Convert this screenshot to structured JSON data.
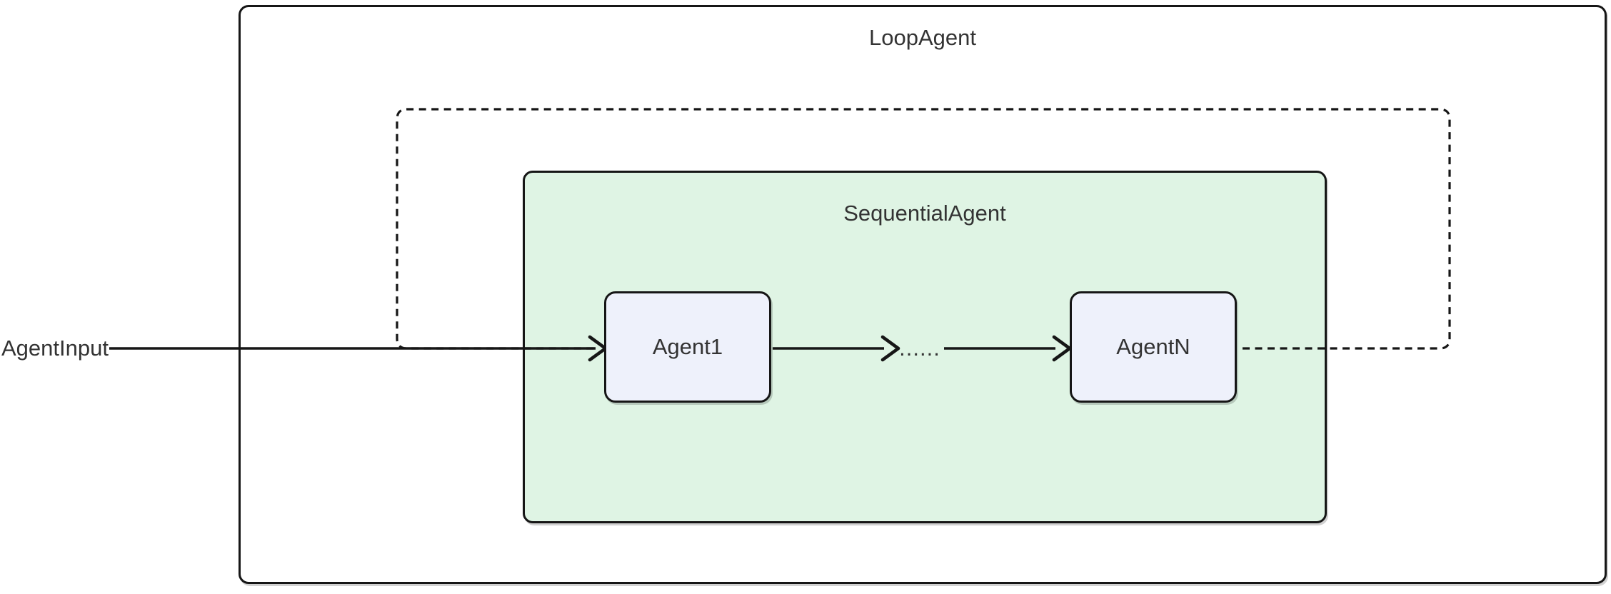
{
  "diagram": {
    "outer_label": "LoopAgent",
    "cluster_label": "SequentialAgent",
    "node1_label": "Agent1",
    "nodeN_label": "AgentN",
    "input_label": "AgentInput",
    "ellipsis_label": "......",
    "colors": {
      "stroke": "#161616",
      "text": "#333333",
      "cluster_fill": "#dff4e4",
      "node_fill": "#eef1fb",
      "background": "#ffffff"
    }
  }
}
